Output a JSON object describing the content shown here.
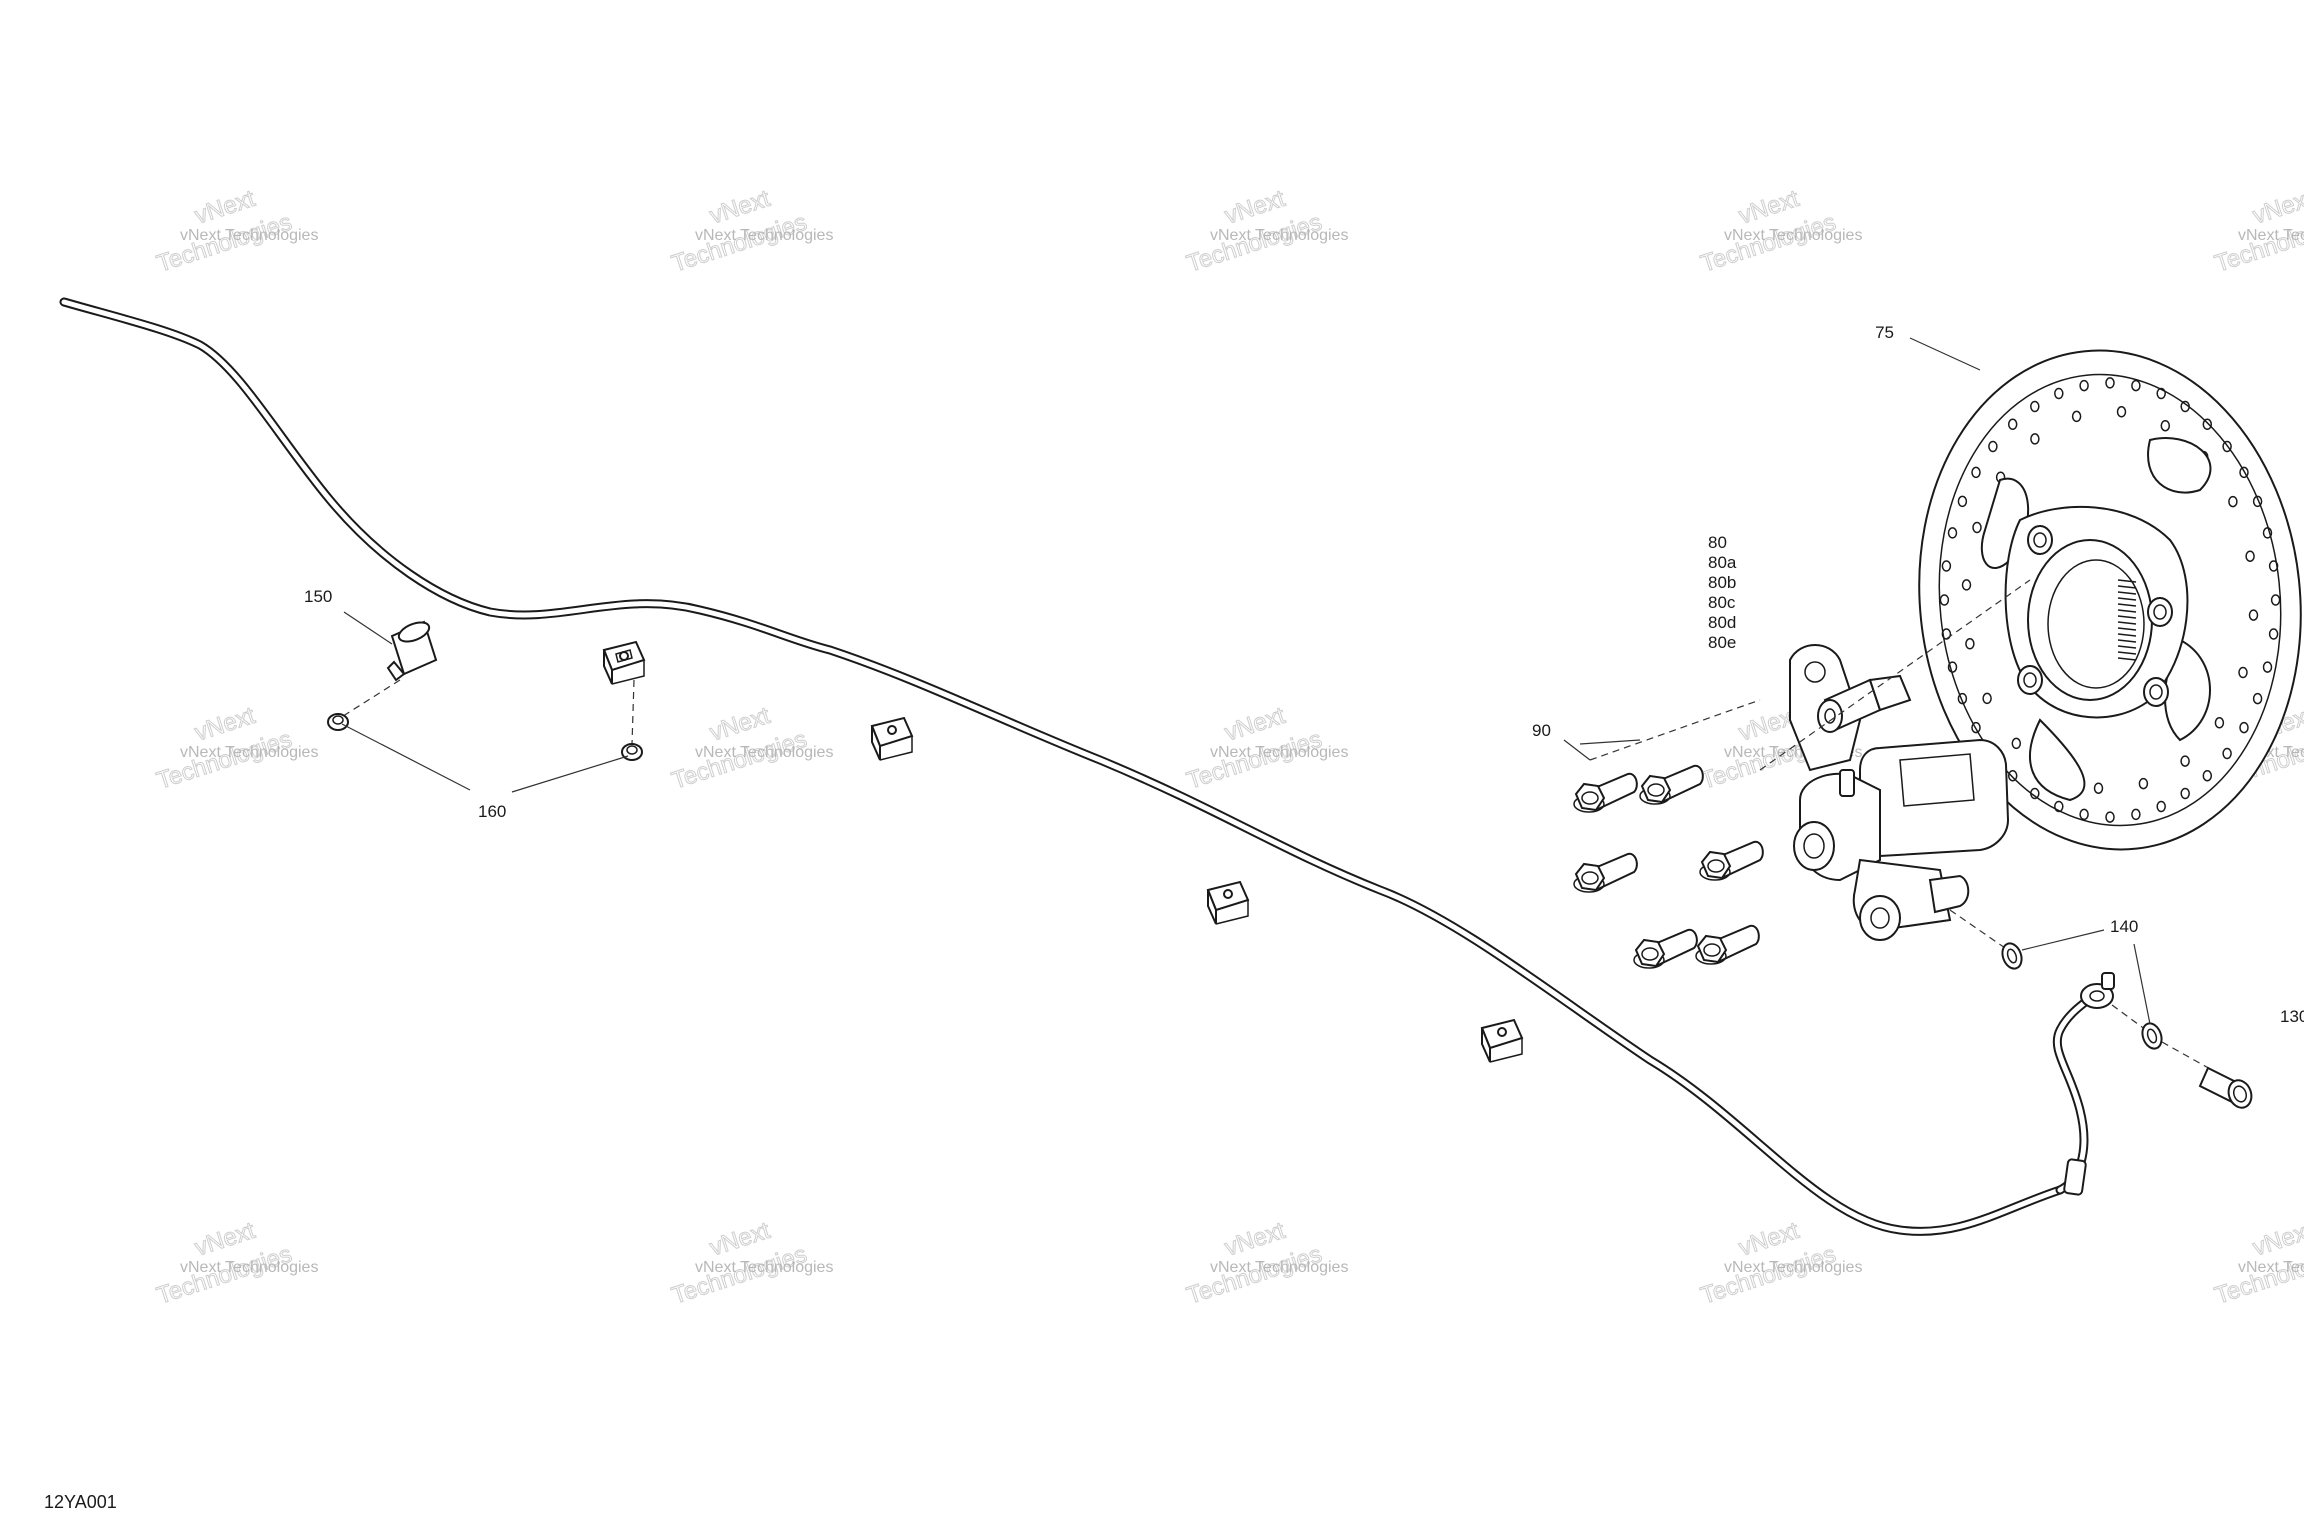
{
  "diagram": {
    "reference_code": "12YA001",
    "watermark": {
      "line1": "vNext Technologies",
      "line2": "Technologies",
      "line3": "vNext"
    },
    "callouts": {
      "c75": "75",
      "c80": "80",
      "c80a": "80a",
      "c80b": "80b",
      "c80c": "80c",
      "c80d": "80d",
      "c80e": "80e",
      "c90": "90",
      "c130": "130",
      "c140": "140",
      "c150": "150",
      "c160": "160"
    }
  }
}
